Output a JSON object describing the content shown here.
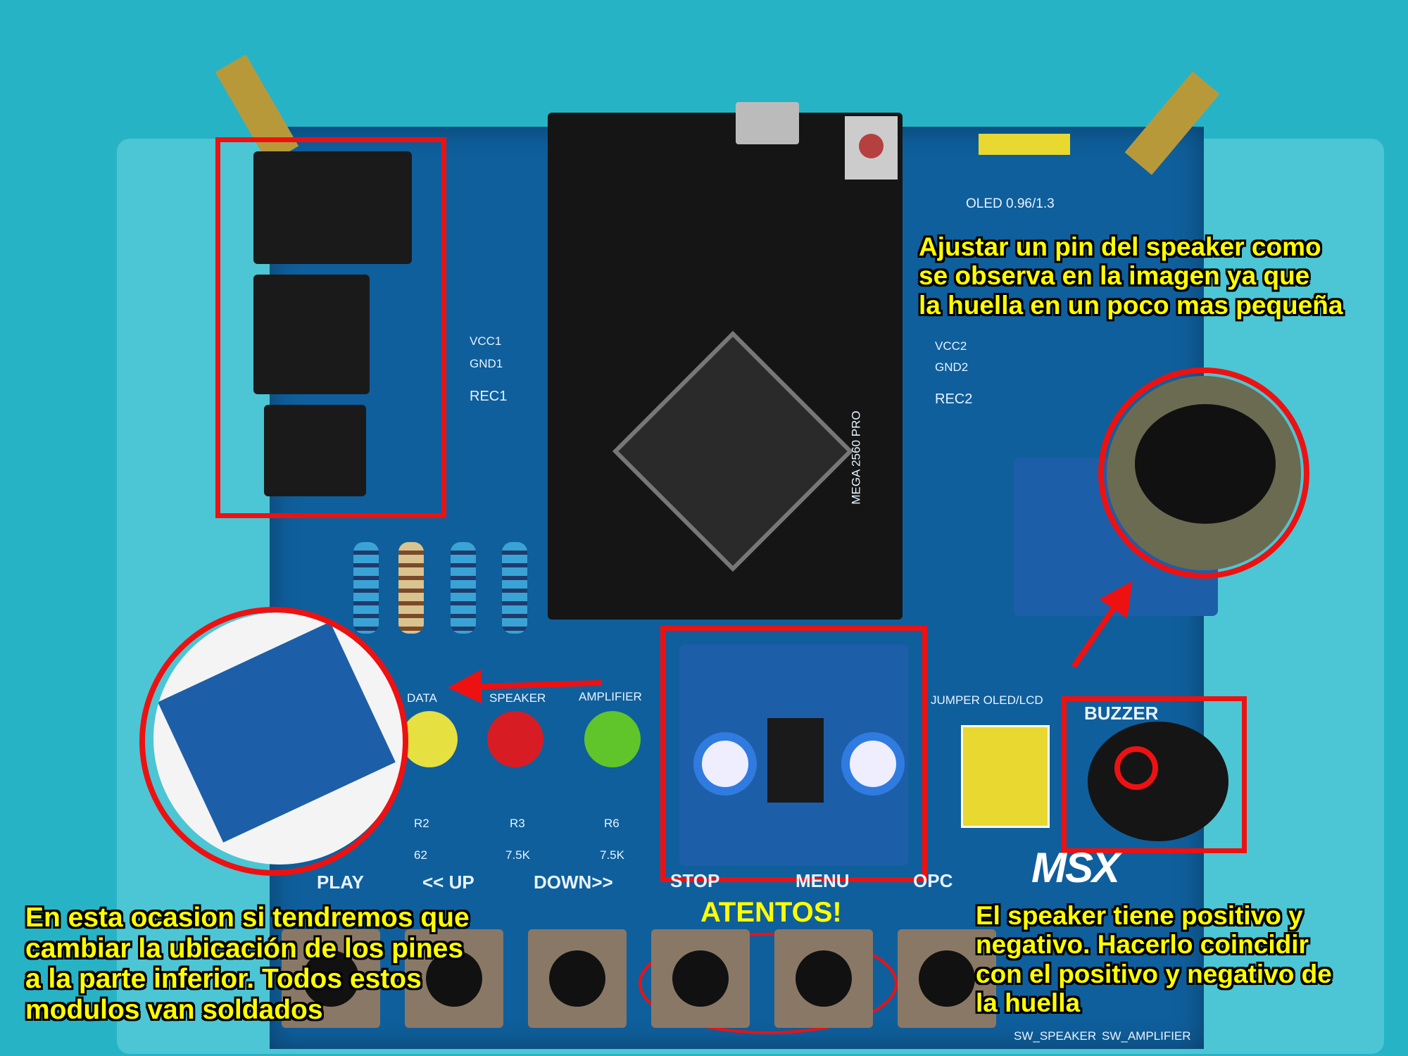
{
  "annotations": {
    "top_right": [
      "Ajustar un pin del speaker como",
      "se observa en la imagen ya que",
      "la huella en un poco mas pequeña"
    ],
    "bottom_left": [
      "En esta ocasion si tendremos que",
      "cambiar la ubicación de los pines",
      "a la parte inferior. Todos estos",
      "modulos van soldados"
    ],
    "bottom_right": [
      "El speaker tiene positivo y",
      "negativo. Hacerlo coincidir",
      "con el positivo y negativo de",
      "la huella"
    ],
    "warning": "ATENTOS!"
  },
  "pcb_labels": {
    "buttons": [
      "PLAY",
      "<< UP",
      "DOWN>>",
      "STOP",
      "MENU",
      "OPC"
    ],
    "buzzer": "BUZZER",
    "logo": "MSX",
    "leds": [
      "DATA",
      "SPEAKER",
      "AMPLIFIER"
    ],
    "jumper": "JUMPER OLED/LCD",
    "rec1": [
      "VCC1",
      "GND1",
      "REC1"
    ],
    "rec2": [
      "VCC2",
      "GND2",
      "REC2"
    ],
    "oled": "OLED 0.96/1.3",
    "resistors": [
      {
        "name": "R2",
        "value": "62"
      },
      {
        "name": "R3",
        "value": "7.5K"
      },
      {
        "name": "R6",
        "value": "7.5K"
      }
    ],
    "arduino": "MEGA 2560 PRO",
    "switches": [
      "SW_SPEAKER",
      "SW_AMPLIFIER"
    ]
  },
  "colors": {
    "highlight": "#ee1111",
    "annotation_text": "#ffff00",
    "pcb": "#0f5f9c"
  }
}
